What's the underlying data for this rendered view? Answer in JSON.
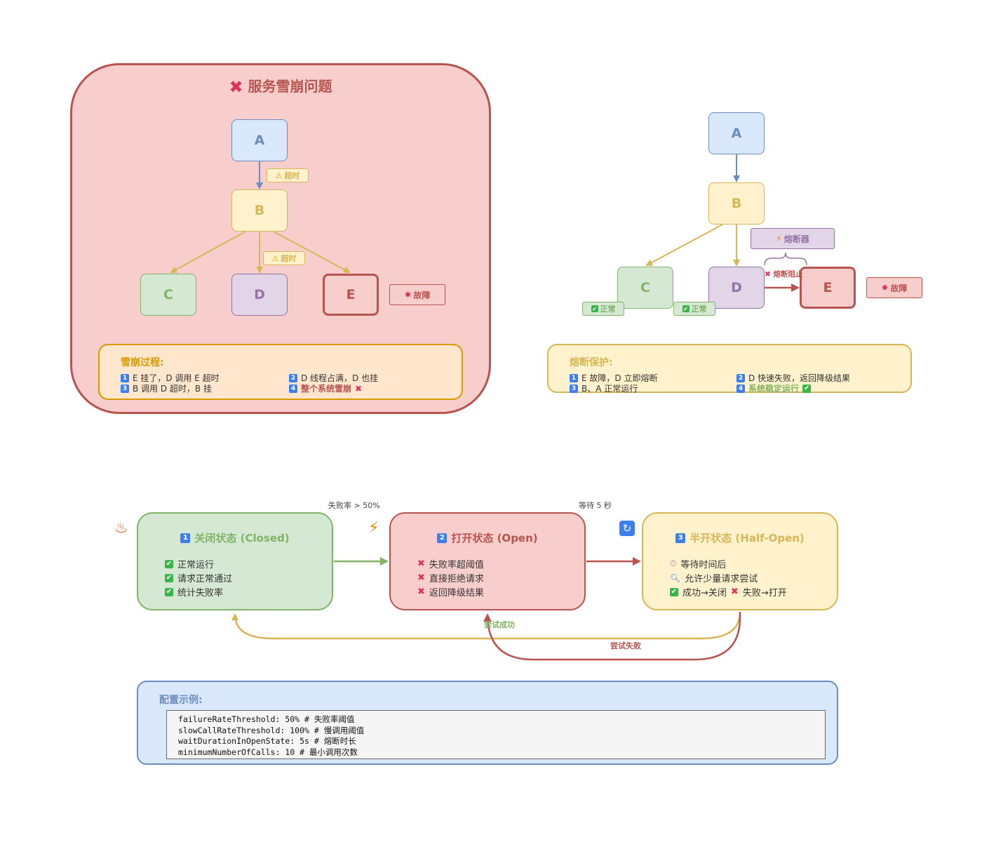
{
  "avalanche": {
    "title": "服务雪崩问题",
    "nodes": {
      "a": "A",
      "b": "B",
      "c": "C",
      "d": "D",
      "e": "E"
    },
    "timeout_label": "超时",
    "fault_label": "故障",
    "process": {
      "title": "雪崩过程:",
      "steps": [
        "E 挂了，D 调用 E 超时",
        "D 线程占满，D 也挂",
        "B 调用 D 超时，B 挂",
        "整个系统雪崩"
      ],
      "step_numbers": [
        "1",
        "2",
        "3",
        "4"
      ]
    }
  },
  "solution": {
    "title": "熔断机制解决方案",
    "nodes": {
      "a": "A",
      "b": "B",
      "c": "C",
      "d": "D",
      "e": "E"
    },
    "breaker_label": "熔断器",
    "block_label": "熔断阻止",
    "normal_label": "正常",
    "fault_label": "故障",
    "protection": {
      "title": "熔断保护:",
      "steps": [
        "E 故障，D 立即熔断",
        "D 快速失败，返回降级结果",
        "B、A 正常运行",
        "系统稳定运行"
      ],
      "step_numbers": [
        "1",
        "2",
        "3",
        "4"
      ]
    }
  },
  "breaker": {
    "title": "熔断器工作原理",
    "fail_rate_label": "失败率 > 50%",
    "wait_label": "等待 5 秒",
    "try_success_label": "尝试成功",
    "try_fail_label": "尝试失败",
    "states": [
      {
        "num": "1",
        "title": "关闭状态 (Closed)",
        "items": [
          "正常运行",
          "请求正常通过",
          "统计失败率"
        ]
      },
      {
        "num": "2",
        "title": "打开状态 (Open)",
        "items": [
          "失败率超阈值",
          "直接拒绝请求",
          "返回降级结果"
        ]
      },
      {
        "num": "3",
        "title": "半开状态 (Half-Open)",
        "items": [
          "等待时间后",
          "允许少量请求尝试",
          "成功→关闭",
          "失败→打开"
        ]
      }
    ],
    "config": {
      "title": "配置示例:",
      "lines": [
        "failureRateThreshold: 50% # 失败率阈值",
        "slowCallRateThreshold: 100% # 慢调用阈值",
        "waitDurationInOpenState: 5s # 熔断时长",
        "minimumNumberOfCalls: 10 # 最小调用次数"
      ]
    }
  },
  "colors": {
    "red_bg": "#f8cecc",
    "red_border": "#b85450",
    "green_bg": "#d5e8d4",
    "green_border": "#82b366",
    "purple_bg": "#e1d5e7",
    "purple_border": "#9673a6",
    "blue_bg": "#dae8fc",
    "blue_border": "#6c8ebf",
    "yellow_bg": "#fff2cc",
    "yellow_border": "#d6b656"
  }
}
